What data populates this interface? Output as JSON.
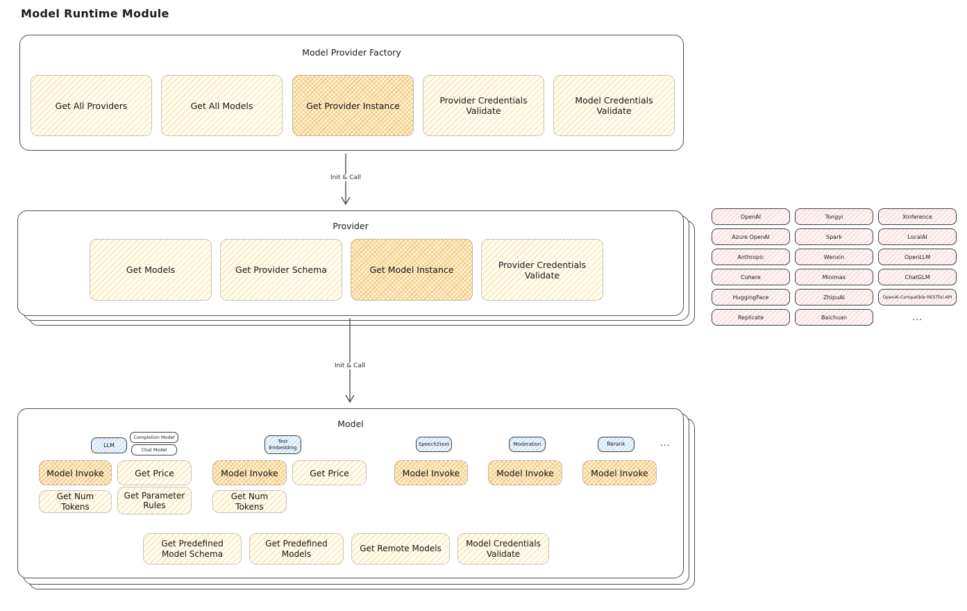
{
  "title": "Model Runtime Module",
  "colors": {
    "outline": "#494c52",
    "button_fill": "#fffcf0",
    "button_hatch": "#f3dd9d",
    "highlight_hatch": "#f2b75a",
    "provider_chip_fill": "#fdf4f4",
    "provider_chip_hatch": "#eeb8b8",
    "type_chip_fill": "#ecf4fb",
    "type_chip_hatch": "#9ec9e8"
  },
  "factory": {
    "label": "Model Provider Factory",
    "buttons": [
      {
        "label": "Get All Providers",
        "highlighted": false
      },
      {
        "label": "Get All Models",
        "highlighted": false
      },
      {
        "label": "Get Provider Instance",
        "highlighted": true
      },
      {
        "label": "Provider Credentials Validate",
        "highlighted": false
      },
      {
        "label": "Model Credentials Validate",
        "highlighted": false
      }
    ]
  },
  "arrows": [
    {
      "label": "Init & Call"
    },
    {
      "label": "Init & Call"
    }
  ],
  "provider": {
    "label": "Provider",
    "buttons": [
      {
        "label": "Get Models",
        "highlighted": false
      },
      {
        "label": "Get Provider Schema",
        "highlighted": false
      },
      {
        "label": "Get Model Instance",
        "highlighted": true
      },
      {
        "label": "Provider Credentials Validate",
        "highlighted": false
      }
    ]
  },
  "providers_panel": {
    "items": [
      "OpenAI",
      "Tongyi",
      "Xinference",
      "Azure OpenAI",
      "Spark",
      "LocalAI",
      "Anthropic",
      "Wenxin",
      "OpenLLM",
      "Cohere",
      "Minimax",
      "ChatGLM",
      "HuggingFace",
      "ZhipuAI",
      "OpenAI-Compatible RESTful API",
      "Replicate",
      "Baichuan"
    ],
    "more_indicator": "..."
  },
  "model": {
    "label": "Model",
    "more_indicator": "...",
    "groups": [
      {
        "type_chip": "LLM",
        "sub_chips": [
          "Completion Model",
          "Chat Model"
        ],
        "buttons": [
          {
            "label": "Model Invoke",
            "highlighted": true
          },
          {
            "label": "Get Price",
            "highlighted": false
          },
          {
            "label": "Get Num Tokens",
            "highlighted": false
          },
          {
            "label": "Get Parameter Rules",
            "highlighted": false
          }
        ]
      },
      {
        "type_chip": "Text Embedding",
        "buttons": [
          {
            "label": "Model Invoke",
            "highlighted": true
          },
          {
            "label": "Get Price",
            "highlighted": false
          },
          {
            "label": "Get Num Tokens",
            "highlighted": false
          }
        ]
      },
      {
        "type_chip": "Speech2text",
        "buttons": [
          {
            "label": "Model Invoke",
            "highlighted": true
          }
        ]
      },
      {
        "type_chip": "Moderation",
        "buttons": [
          {
            "label": "Model Invoke",
            "highlighted": true
          }
        ]
      },
      {
        "type_chip": "Rerank",
        "buttons": [
          {
            "label": "Model Invoke",
            "highlighted": true
          }
        ]
      }
    ],
    "shared_buttons": [
      {
        "label": "Get Predefined Model Schema"
      },
      {
        "label": "Get Predefined Models"
      },
      {
        "label": "Get Remote Models"
      },
      {
        "label": "Model Credentials Validate"
      }
    ]
  }
}
